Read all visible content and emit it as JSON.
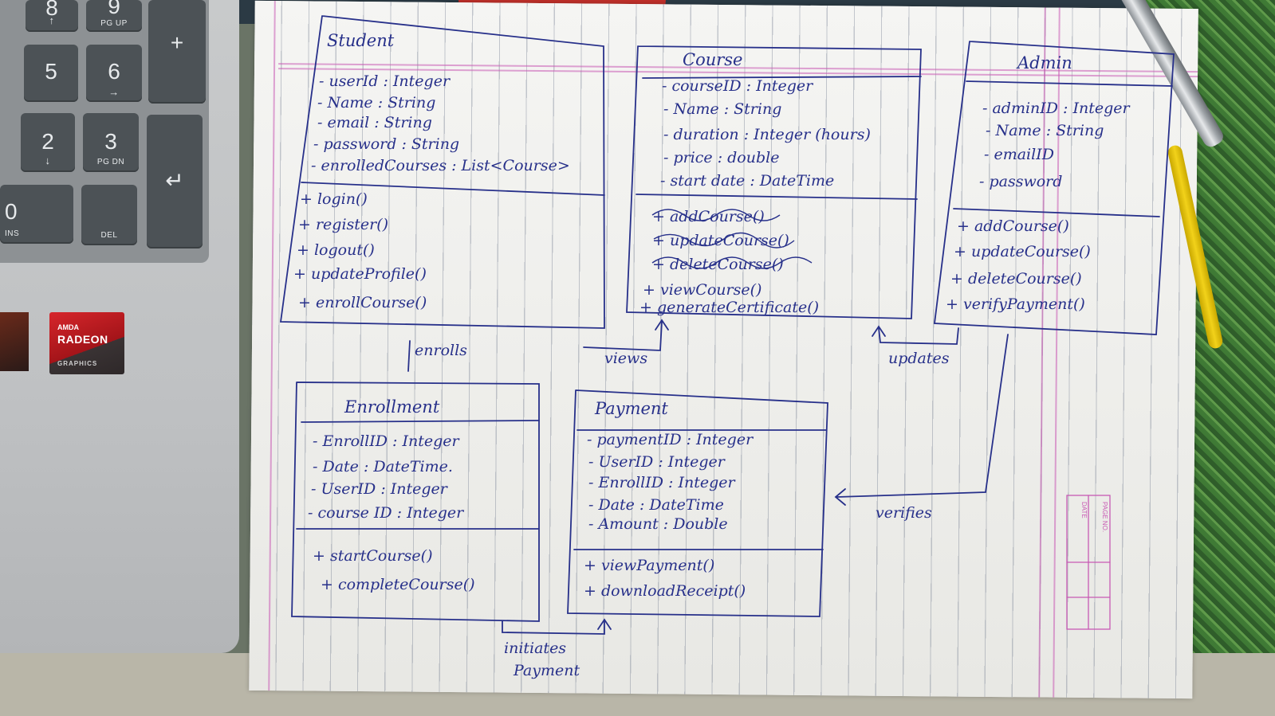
{
  "keyboard": {
    "keys": [
      {
        "main": "8",
        "sub": "↑"
      },
      {
        "main": "9",
        "sub": "PG UP"
      },
      {
        "main": "+",
        "sub": ""
      },
      {
        "main": "5",
        "sub": ""
      },
      {
        "main": "6",
        "sub": "→"
      },
      {
        "main": "2",
        "sub": "↓"
      },
      {
        "main": "3",
        "sub": "PG DN"
      },
      {
        "main": "↵",
        "sub": ""
      },
      {
        "main": "0",
        "sub": "INS"
      },
      {
        "main": ".",
        "sub": "DEL"
      }
    ]
  },
  "sticker": {
    "brand": "AMDA",
    "product": "RADEON",
    "line": "GRAPHICS"
  },
  "diagram": {
    "classes": [
      {
        "name": "Student",
        "attributes": [
          "- userId : Integer",
          "- Name : String",
          "- email : String",
          "- password : String",
          "- enrolledCourses : List<Course>"
        ],
        "methods": [
          "+ login()",
          "+ register()",
          "+ logout()",
          "+ updateProfile()",
          "+ enrollCourse()"
        ]
      },
      {
        "name": "Course",
        "attributes": [
          "- courseID : Integer",
          "- Name : String",
          "- duration : Integer (hours)",
          "- price : double",
          "- start date : DateTime"
        ],
        "struck_methods": [
          "+ addCourse()",
          "+ updateCourse()",
          "+ deleteCourse()"
        ],
        "methods": [
          "+ viewCourse()",
          "+ generateCertificate()"
        ]
      },
      {
        "name": "Admin",
        "attributes": [
          "- adminID : Integer",
          "- Name : String",
          "- emailID",
          "- password"
        ],
        "methods": [
          "+ addCourse()",
          "+ updateCourse()",
          "+ deleteCourse()",
          "+ verifyPayment()"
        ]
      },
      {
        "name": "Enrollment",
        "attributes": [
          "- EnrollID : Integer",
          "- Date : DateTime.",
          "- UserID : Integer",
          "- course ID : Integer"
        ],
        "methods": [
          "+ startCourse()",
          "+ completeCourse()"
        ]
      },
      {
        "name": "Payment",
        "attributes": [
          "- paymentID : Integer",
          "- UserID : Integer",
          "- EnrollID : Integer",
          "- Date : DateTime",
          "- Amount : Double"
        ],
        "methods": [
          "+ viewPayment()",
          "+ downloadReceipt()"
        ]
      }
    ],
    "relations": {
      "enrolls": "enrolls",
      "views": "views",
      "updates": "updates",
      "verifies": "verifies",
      "initiates_line1": "initiates",
      "initiates_line2": "Payment"
    }
  },
  "page_stamp": {
    "date": "DATE",
    "page_no": "PAGE NO."
  },
  "colors": {
    "ink": "#27308a",
    "paper": "#f1f1ef",
    "margin": "#c85ab4",
    "key": "#4c5256",
    "sticker": "#d6262b"
  }
}
